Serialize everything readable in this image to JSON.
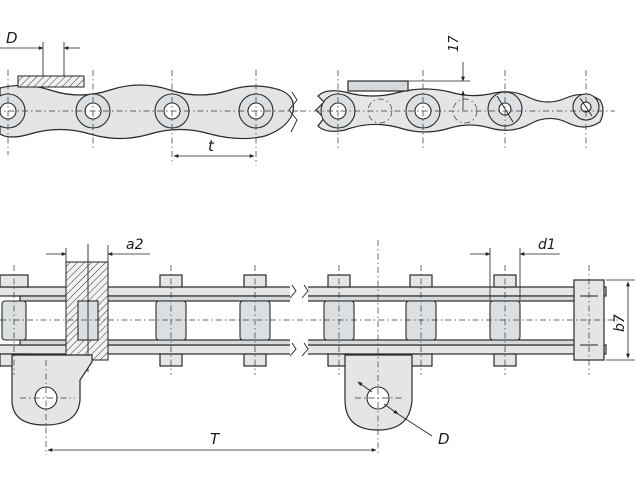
{
  "labels": {
    "top_D": "D",
    "top_17": "17",
    "top_t": "t",
    "bottom_a2": "a2",
    "bottom_d1": "d1",
    "bottom_b7": "b7",
    "bottom_T": "T",
    "bottom_D": "D"
  },
  "colors": {
    "plate_fill": "#e3e5e7",
    "outline": "#2a2a2a",
    "background": "#ffffff"
  }
}
